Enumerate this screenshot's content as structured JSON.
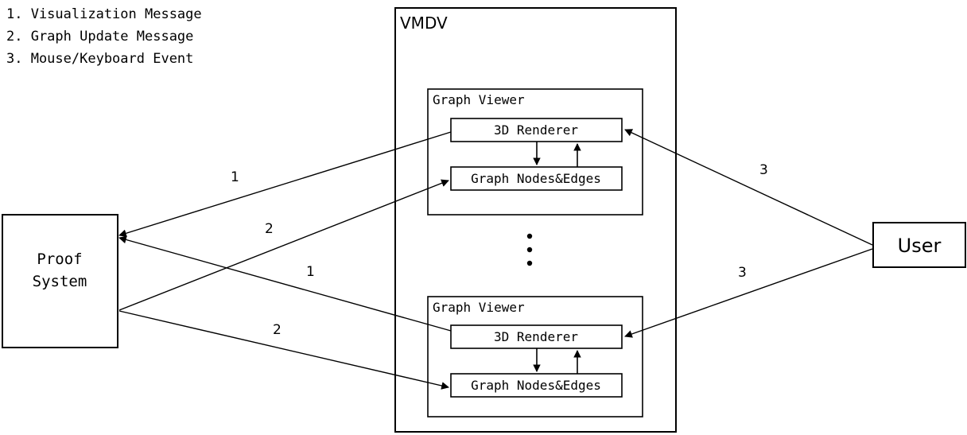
{
  "legend": {
    "items": [
      "1. Visualization Message",
      "2. Graph Update Message",
      "3. Mouse/Keyboard Event"
    ]
  },
  "nodes": {
    "proof_system": {
      "label_line1": "Proof",
      "label_line2": "System"
    },
    "vmdv": {
      "label": "VMDV"
    },
    "user": {
      "label": "User"
    },
    "viewers": [
      {
        "title": "Graph Viewer",
        "renderer": "3D Renderer",
        "graph": "Graph Nodes&Edges"
      },
      {
        "title": "Graph Viewer",
        "renderer": "3D Renderer",
        "graph": "Graph Nodes&Edges"
      }
    ],
    "ellipsis": "⋮"
  },
  "edges": {
    "viewer1_to_proof": "1",
    "proof_to_viewer1": "2",
    "viewer2_to_proof": "1",
    "proof_to_viewer2": "2",
    "user_to_viewer1": "3",
    "user_to_viewer2": "3"
  },
  "colors": {
    "stroke": "#000000",
    "background": "#ffffff",
    "text": "#000000"
  }
}
